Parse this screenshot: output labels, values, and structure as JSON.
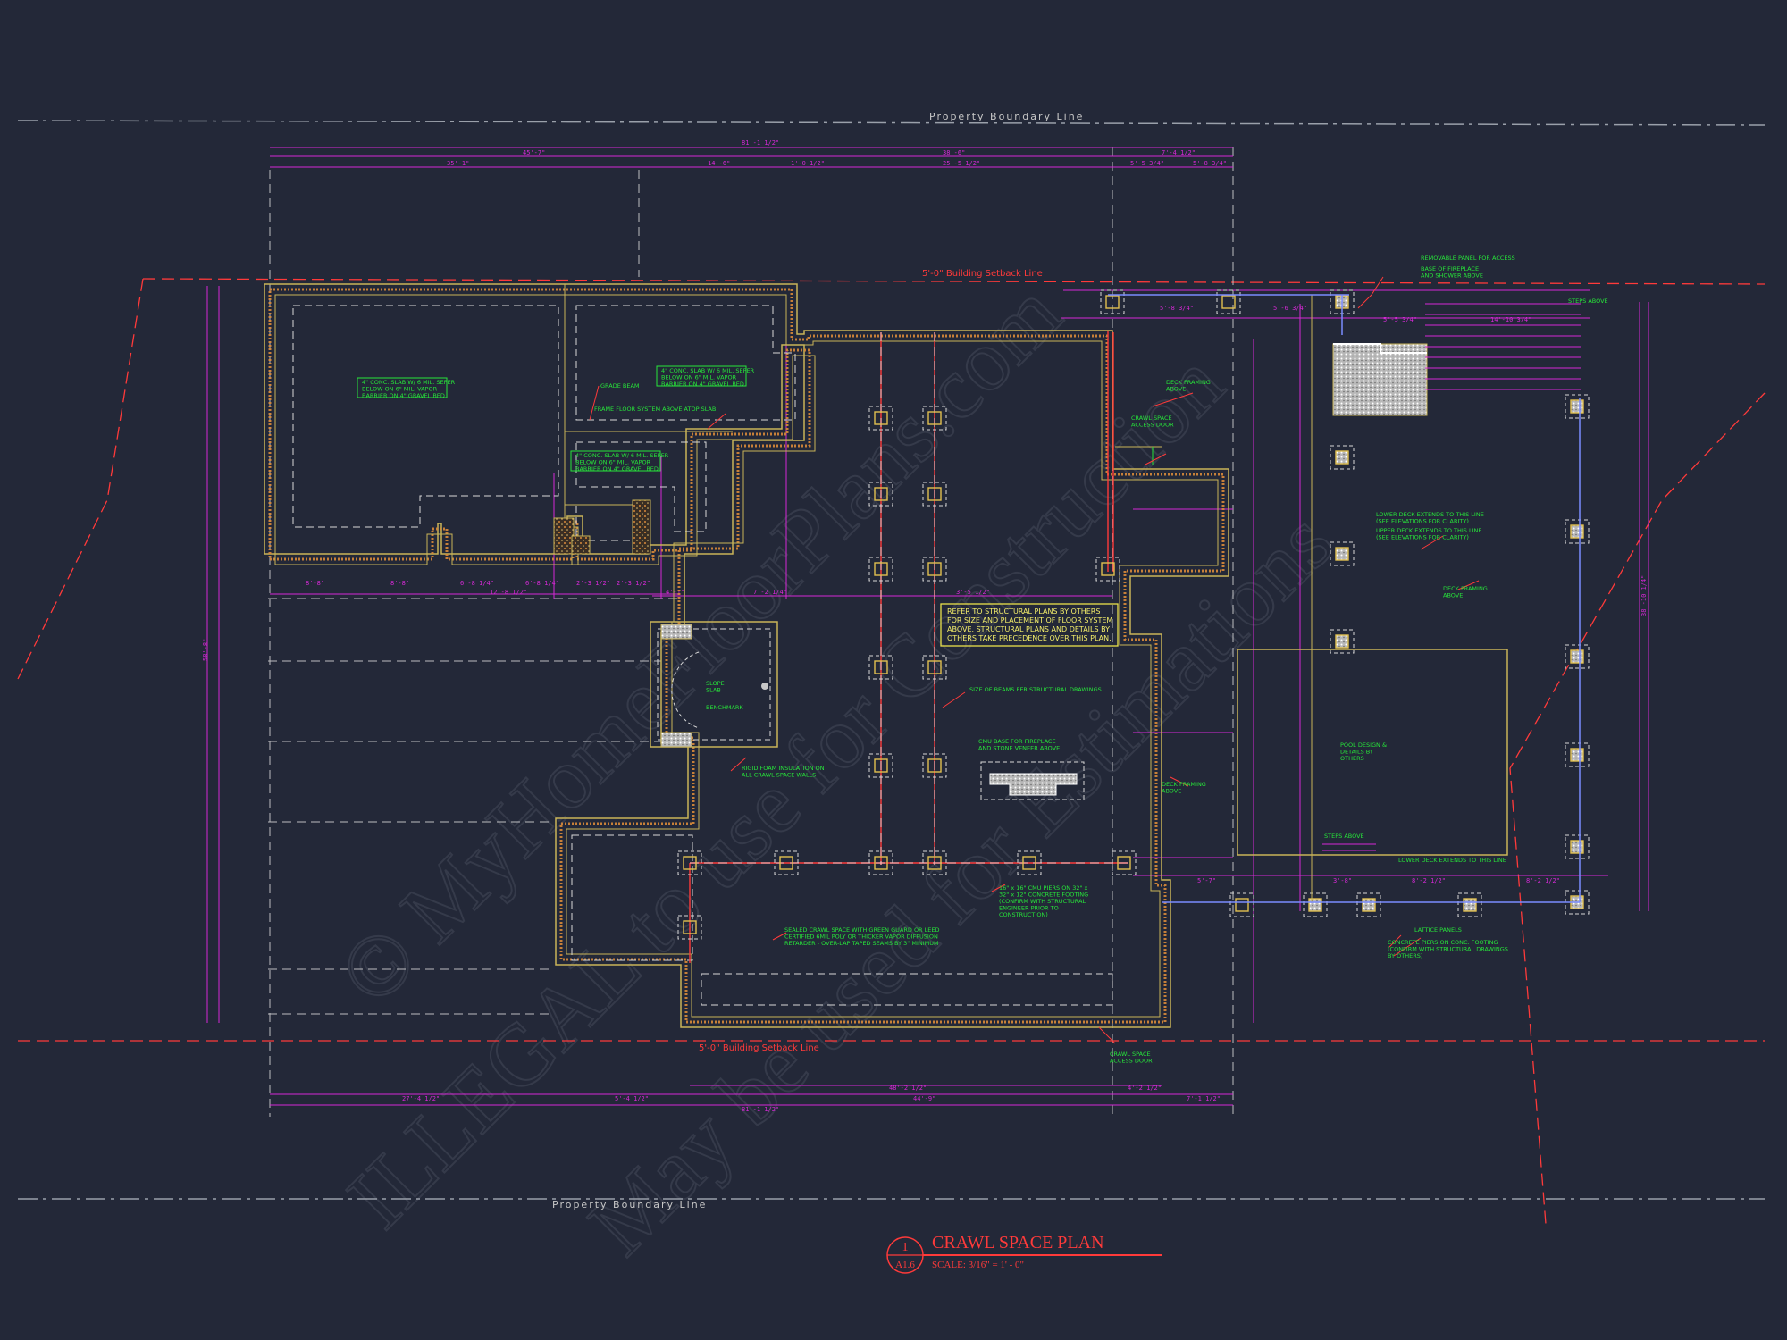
{
  "boundary": {
    "top_label": "Property Boundary Line",
    "bottom_label": "Property Boundary Line"
  },
  "setback": {
    "top_label": "5'-0\" Building Setback Line",
    "bottom_label": "5'-0\" Building Setback Line"
  },
  "dimensions": {
    "top_overall": "81'-1 1/2\"",
    "top_row1": [
      "45'-7\"",
      "38'-6\"",
      "7'-4 1/2\""
    ],
    "top_row2": [
      "35'-1\"",
      "14'-6\"",
      "1'-0 1/2\"",
      "25'-5 1/2\"",
      "5'-5 3/4\"",
      "5'-8 3/4\""
    ],
    "bottom_row1": [
      "27'-4 1/2\"",
      "5'-4 1/2\"",
      "48'-2 1/2\"",
      "4'-2 1/2\"",
      "7'-1 1/2\""
    ],
    "bottom_row2": [
      "44'-9\""
    ],
    "bottom_overall": "81'-1 1/2\"",
    "left_overall": "58'-8\"",
    "right_overall": "38'-10 1/4\"",
    "mid_row": [
      "8'-8\"",
      "8'-8\"",
      "6'-8 1/4\"",
      "12'-8 1/2\"",
      "6'-8 1/4\"",
      "2'-3 1/2\"",
      "2'-3 1/2\"",
      "4'-1\"",
      "7'-2 1/4\"",
      "3'-5 1/2\""
    ],
    "deck_row": [
      "5'-7\"",
      "3'-8\"",
      "8'-2 1/2\"",
      "8'-2 1/2\""
    ],
    "deck_top": [
      "5'-8 3/4\"",
      "5'-6 3/4\"",
      "14'-10 3/4\"",
      "5'-5 3/4\""
    ]
  },
  "callouts": {
    "slab_1": "4\" CONC. SLAB W/ 6 MIL. SEPER\nBELOW ON 6\" MIL. VAPOR\nBARRIER ON 4\" GRAVEL BED",
    "slab_2": "4\" CONC. SLAB W/ 6 MIL. SEPER\nBELOW ON 6\" MIL. VAPOR\nBARRIER ON 4\" GRAVEL BED",
    "slab_3": "4\" CONC. SLAB W/ 6 MIL. SEPER\nBELOW ON 6\" MIL. VAPOR\nBARRIER ON 4\" GRAVEL BED",
    "grade_beam": "GRADE BEAM",
    "frame_floor": "FRAME FLOOR SYSTEM ABOVE ATOP SLAB",
    "slope_slab": "SLOPE\nSLAB",
    "benchmark": "BENCHMARK",
    "insulation": "RIGID FOAM INSULATION ON\nALL CRAWL SPACE WALLS",
    "structural_note": "REFER TO STRUCTURAL PLANS BY OTHERS\nFOR SIZE AND PLACEMENT OF FLOOR SYSTEM\nABOVE. STRUCTURAL PLANS AND DETAILS BY\nOTHERS TAKE PRECEDENCE OVER THIS PLAN.",
    "beam_size": "SIZE OF BEAMS PER STRUCTURAL DRAWINGS",
    "cmu_base": "CMU BASE FOR FIREPLACE\nAND STONE VENEER ABOVE",
    "piers": "16\" x 16\" CMU PIERS ON 32\" x\n32\" x 12\" CONCRETE FOOTING\n(CONFIRM WITH STRUCTURAL\nENGINEER PRIOR TO\nCONSTRUCTION)",
    "sealed_crawl": "SEALED CRAWL SPACE WITH GREEN GUARD OR LEED\nCERTIFIED 6MIL POLY OR THICKER VAPOR DIFFUSION\nRETARDER - OVER-LAP TAPED SEAMS BY 3\" MINIMUM",
    "deck_framing_1": "DECK FRAMING\nABOVE",
    "deck_framing_2": "DECK FRAMING\nABOVE",
    "deck_framing_3": "DECK FRAMING\nABOVE",
    "crawl_door_1": "CRAWL SPACE\nACCESS DOOR",
    "crawl_door_2": "CRAWL SPACE\nACCESS DOOR",
    "removable_panel": "REMOVABLE PANEL FOR ACCESS",
    "fireplace_base": "BASE OF FIREPLACE\nAND SHOWER ABOVE",
    "steps_above_1": "STEPS ABOVE",
    "steps_above_2": "STEPS ABOVE",
    "lower_deck": "LOWER DECK EXTENDS TO THIS LINE\n(SEE ELEVATIONS FOR CLARITY)",
    "upper_deck": "UPPER DECK EXTENDS TO THIS LINE\n(SEE ELEVATIONS FOR CLARITY)",
    "lower_deck_2": "LOWER DECK EXTENDS TO THIS LINE",
    "pool": "POOL DESIGN &\nDETAILS BY\nOTHERS",
    "lattice": "LATTICE PANELS",
    "concrete_piers": "CONCRETE PIERS ON CONC. FOOTING\n(CONFIRM WITH STRUCTURAL DRAWINGS\nBY OTHERS)"
  },
  "watermark": {
    "line1": "© MyHomeFloorPlans.com",
    "line2": "ILLEGAL to use for Construction",
    "line3": "May be used for Estimations"
  },
  "title_block": {
    "number": "1",
    "sheet": "A1.6",
    "title": "CRAWL SPACE PLAN",
    "scale": "SCALE: 3/16\" = 1' - 0\""
  },
  "colors": {
    "background": "#232838",
    "wall": "#c9b458",
    "hatch": "#d9893a",
    "dimension": "#d629d6",
    "beam": "#ff3a3a",
    "callout": "#27e63a",
    "hidden": "#c8c8c8",
    "deck_joist": "#7a8cff"
  }
}
